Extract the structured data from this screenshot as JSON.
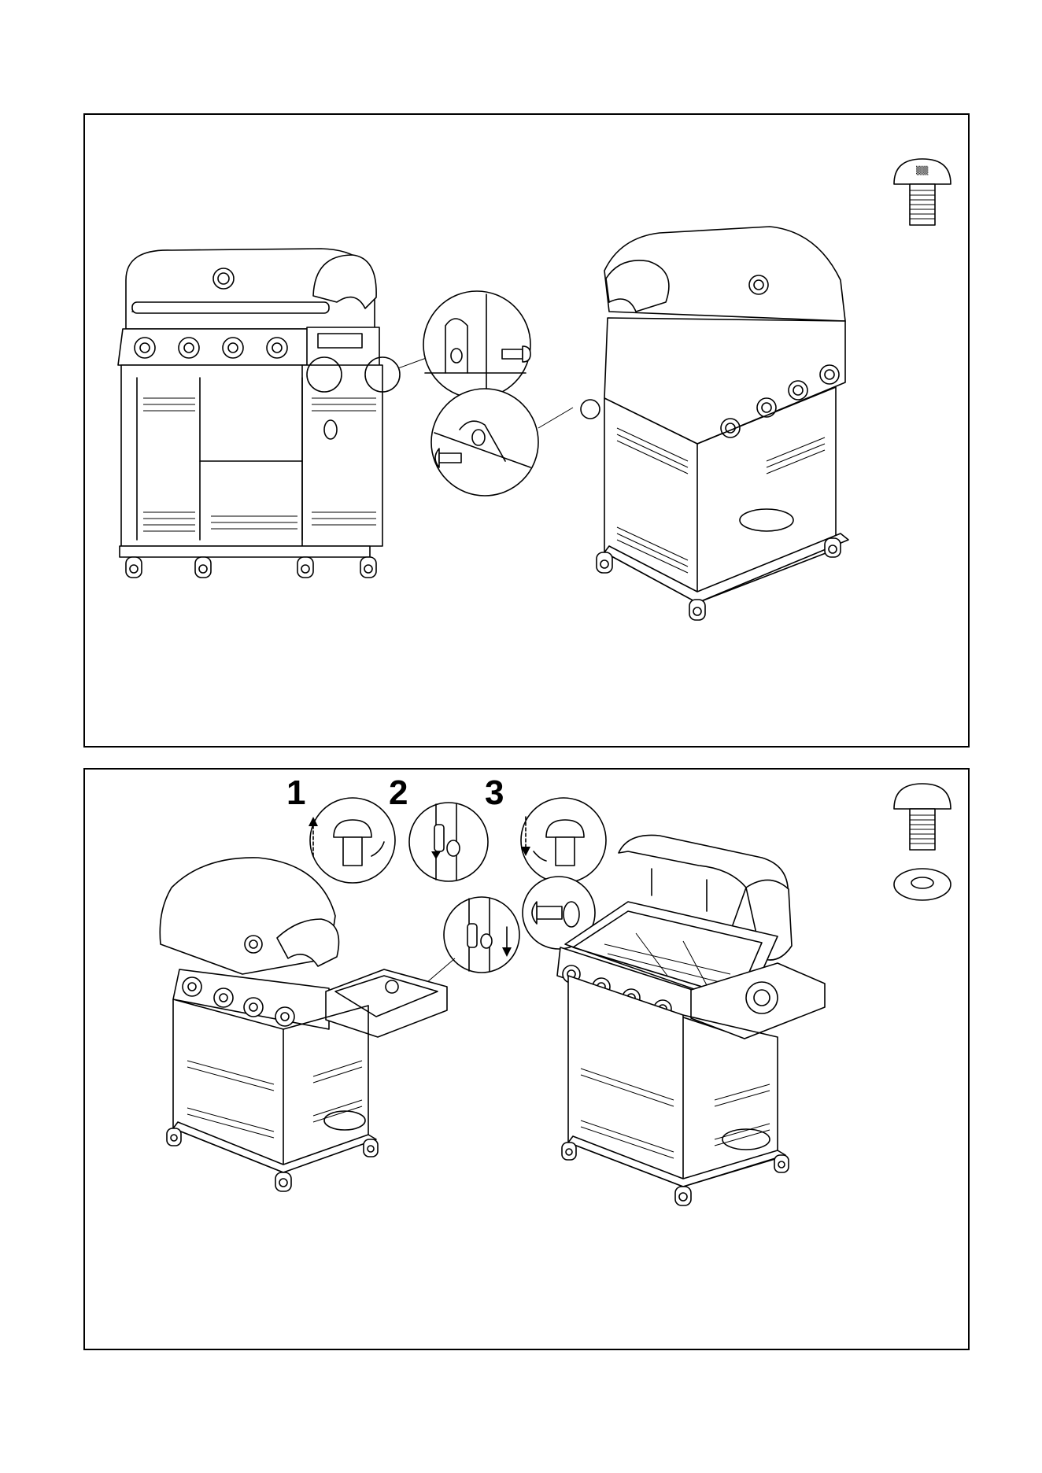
{
  "panels": [
    {
      "id": "step-a",
      "hardware": [
        "bolt-icon"
      ],
      "detail_views": [
        "bolt-insert-detail-upper",
        "bolt-insert-detail-lower"
      ]
    },
    {
      "id": "step-b",
      "hardware": [
        "bolt-icon",
        "washer-icon"
      ],
      "sub_steps": [
        {
          "number": "1",
          "icon": "bolt-loosen-icon"
        },
        {
          "number": "2",
          "icon": "bracket-slide-icon"
        },
        {
          "number": "3",
          "icon": "bolt-tighten-icon"
        }
      ]
    }
  ],
  "colors": {
    "line": "#000000",
    "background": "#ffffff"
  }
}
